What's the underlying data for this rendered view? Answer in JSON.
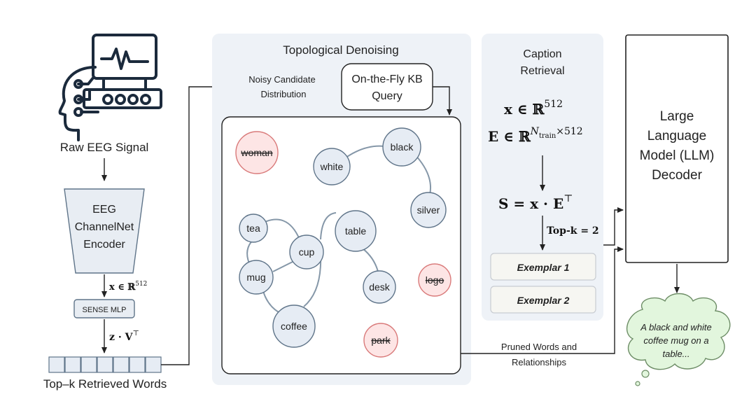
{
  "left": {
    "raw_eeg_label": "Raw EEG Signal",
    "encoder_lines": [
      "EEG",
      "ChannelNet",
      "Encoder"
    ],
    "x_label": "x ∈ ℝ",
    "x_sup": "512",
    "sense_mlp": "SENSE MLP",
    "zv_label": "z · V",
    "zv_sup": "⊤",
    "topk_words_label": "Top–k Retrieved Words",
    "token_count": 7
  },
  "denoise": {
    "title": "Topological Denoising",
    "noisy_lines": [
      "Noisy Candidate",
      "Distribution"
    ],
    "kb_lines": [
      "On-the-Fly KB",
      "Query"
    ],
    "pruned_lines": [
      "Pruned Words and",
      "Relationships"
    ],
    "nodes": [
      {
        "id": "woman",
        "label": "woman",
        "pruned": true
      },
      {
        "id": "white",
        "label": "white",
        "pruned": false
      },
      {
        "id": "black",
        "label": "black",
        "pruned": false
      },
      {
        "id": "silver",
        "label": "silver",
        "pruned": false
      },
      {
        "id": "tea",
        "label": "tea",
        "pruned": false
      },
      {
        "id": "table",
        "label": "table",
        "pruned": false
      },
      {
        "id": "cup",
        "label": "cup",
        "pruned": false
      },
      {
        "id": "mug",
        "label": "mug",
        "pruned": false
      },
      {
        "id": "desk",
        "label": "desk",
        "pruned": false
      },
      {
        "id": "logo",
        "label": "logo",
        "pruned": true
      },
      {
        "id": "coffee",
        "label": "coffee",
        "pruned": false
      },
      {
        "id": "park",
        "label": "park",
        "pruned": true
      }
    ]
  },
  "caption": {
    "title_lines": [
      "Caption",
      "Retrieval"
    ],
    "eq1": "x ∈ ℝ",
    "eq1_sup": "512",
    "eq2": "E ∈ ℝ",
    "eq2_sup": "N",
    "eq2_sub": "train",
    "eq2_sup2": "×512",
    "eq3": "S = x · E",
    "eq3_sup": "⊤",
    "topk": "Top-k = 2",
    "exemplar1": "Exemplar 1",
    "exemplar2": "Exemplar 2"
  },
  "llm": {
    "lines": [
      "Large",
      "Language",
      "Model (LLM)",
      "Decoder"
    ],
    "output_lines": [
      "A black and white",
      "coffee mug on a",
      "table..."
    ]
  },
  "colors": {
    "panel_bg": "#eef2f7",
    "node_fill": "#e6ecf4",
    "node_stroke": "#5f7489",
    "pruned_fill": "#fde5e5",
    "pruned_stroke": "#d97a7a",
    "encoder_fill": "#e8edf3",
    "cloud_fill": "#e2f6dd",
    "cloud_stroke": "#6d8d66"
  }
}
